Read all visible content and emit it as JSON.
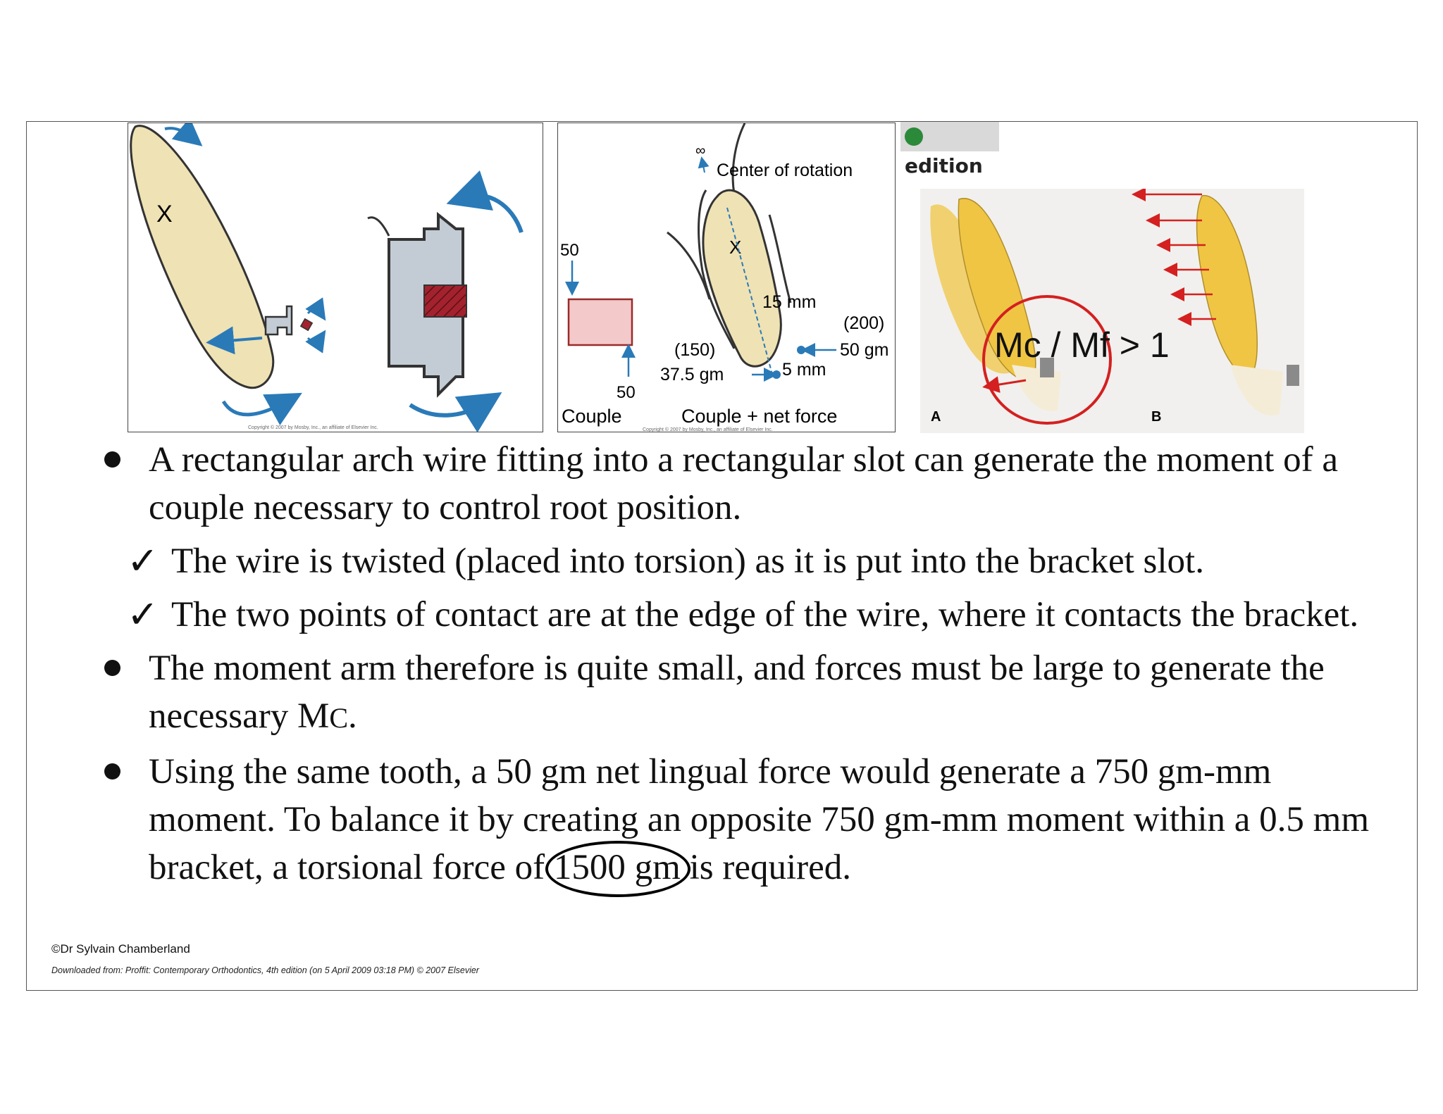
{
  "figures": {
    "fig1": {
      "x_label": "X",
      "caption": "Copyright © 2007 by Mosby, Inc., an affiliate of Elsevier Inc."
    },
    "fig2": {
      "infinity": "∞",
      "center_label": "Center of rotation",
      "x_label": "X",
      "force_50_top": "50",
      "force_50_bottom": "50",
      "couple_label": "Couple",
      "dist_15": "15 mm",
      "force_200": "(200)",
      "force_50gm": "50 gm",
      "force_150": "(150)",
      "force_37": "37.5 gm",
      "dist_5": "5 mm",
      "couple_net_label": "Couple + net force",
      "caption": "Copyright © 2007 by Mosby, Inc., an affiliate of Elsevier Inc."
    },
    "fig3": {
      "panel_a": "A",
      "panel_b": "B",
      "ratio_label": "Mc / Mf > 1"
    },
    "edition_logo": "edition"
  },
  "bullets": {
    "b1": "A rectangular arch wire fitting into a rectangular slot can generate the moment of a couple necessary to control root position.",
    "check_mark": "✓",
    "s1": "The wire is twisted (placed into torsion) as it is put into the bracket slot.",
    "s2": "The two points of contact are at the edge of the wire, where it contacts the bracket.",
    "b2_main": "The moment arm therefore is quite small, and forces must be large to generate the necessary M",
    "b2_sub": "C",
    "b2_end": ".",
    "b3_before": "Using the same tooth, a 50 gm net lingual force would generate a 750 gm-mm moment. To balance it by creating an opposite 750 gm-mm moment within a 0.5 mm bracket, a torsional force of ",
    "b3_circled": "1500 gm",
    "b3_after": " is required."
  },
  "footer": {
    "copyright": "©Dr Sylvain Chamberland",
    "source": "Downloaded from: Proffit: Contemporary Orthodontics, 4th edition (on 5 April 2009 03:18 PM)   © 2007 Elsevier"
  },
  "colors": {
    "tooth_fill": "#efe2b4",
    "bracket_fill": "#c3ccd4",
    "arrow_blue": "#2a7ab8",
    "wire_red": "#a3222e",
    "couple_pink": "#f3c9c9",
    "gold": "#f0c544",
    "circle_red": "#d42020"
  }
}
